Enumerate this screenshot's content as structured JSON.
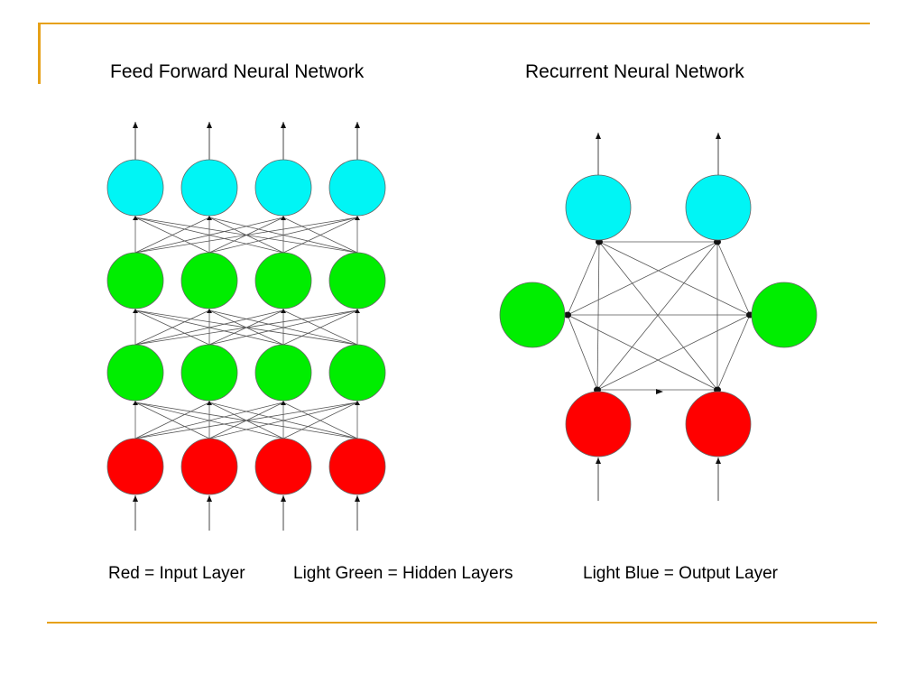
{
  "titles": {
    "feed_forward": "Feed Forward Neural Network",
    "recurrent": "Recurrent Neural Network"
  },
  "legend": {
    "red": "Red = Input Layer",
    "green": "Light Green = Hidden Layers",
    "blue": "Light Blue = Output Layer"
  },
  "colors": {
    "input": "#ff0000",
    "hidden": "#00ee00",
    "output": "#00f5f5",
    "frame": "#e6a118",
    "connection": "#555555"
  },
  "feed_forward": {
    "layers": [
      "output",
      "hidden",
      "hidden",
      "input"
    ],
    "nodes_per_layer": 4
  },
  "recurrent": {
    "nodes": [
      "output",
      "output",
      "hidden",
      "hidden",
      "input",
      "input"
    ]
  }
}
